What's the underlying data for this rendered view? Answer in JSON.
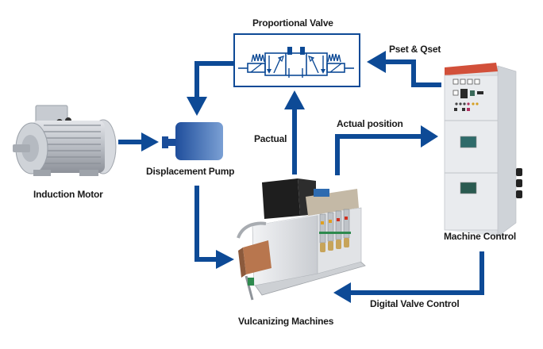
{
  "diagram": {
    "title": "Hydraulic system control flow",
    "accent_color": "#0d4a96",
    "nodes": {
      "proportional_valve": {
        "label": "Proportional Valve"
      },
      "induction_motor": {
        "label": "Induction Motor"
      },
      "displacement_pump": {
        "label": "Displacement Pump"
      },
      "vulcanizing_machines": {
        "label": "Vulcanizing Machines"
      },
      "machine_control": {
        "label": "Machine Control"
      }
    },
    "edges": {
      "pset_qset": {
        "label": "Pset & Qset",
        "from": "Machine Control",
        "to": "Proportional Valve"
      },
      "pactual": {
        "label": "Pactual",
        "from": "Vulcanizing Machines",
        "to": "Proportional Valve"
      },
      "actual_position": {
        "label": "Actual position",
        "from": "Vulcanizing Machines",
        "to": "Machine Control"
      },
      "digital_valve_control": {
        "label": "Digital Valve Control",
        "from": "Machine Control",
        "to": "Vulcanizing Machines"
      },
      "motor_to_pump": {
        "label": "",
        "from": "Induction Motor",
        "to": "Displacement Pump"
      },
      "valve_to_pump": {
        "label": "",
        "from": "Proportional Valve",
        "to": "Displacement Pump"
      },
      "pump_to_machines": {
        "label": "",
        "from": "Displacement Pump",
        "to": "Vulcanizing Machines"
      }
    }
  }
}
